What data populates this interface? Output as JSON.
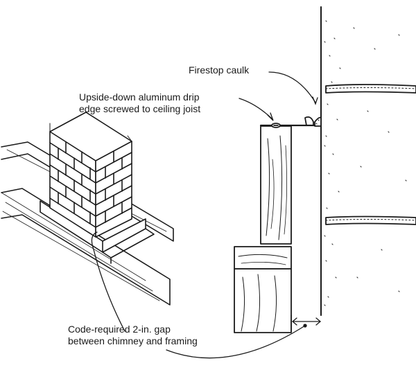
{
  "labels": {
    "firestop": "Firestop caulk",
    "drip_edge_line1": "Upside-down aluminum drip",
    "drip_edge_line2": "edge screwed to ceiling joist",
    "gap_line1": "Code-required 2-in. gap",
    "gap_line2": "between chimney and framing"
  },
  "colors": {
    "ink": "#1a1a1a",
    "paper": "#ffffff",
    "masonry_stipple": "#2a2a2a"
  }
}
